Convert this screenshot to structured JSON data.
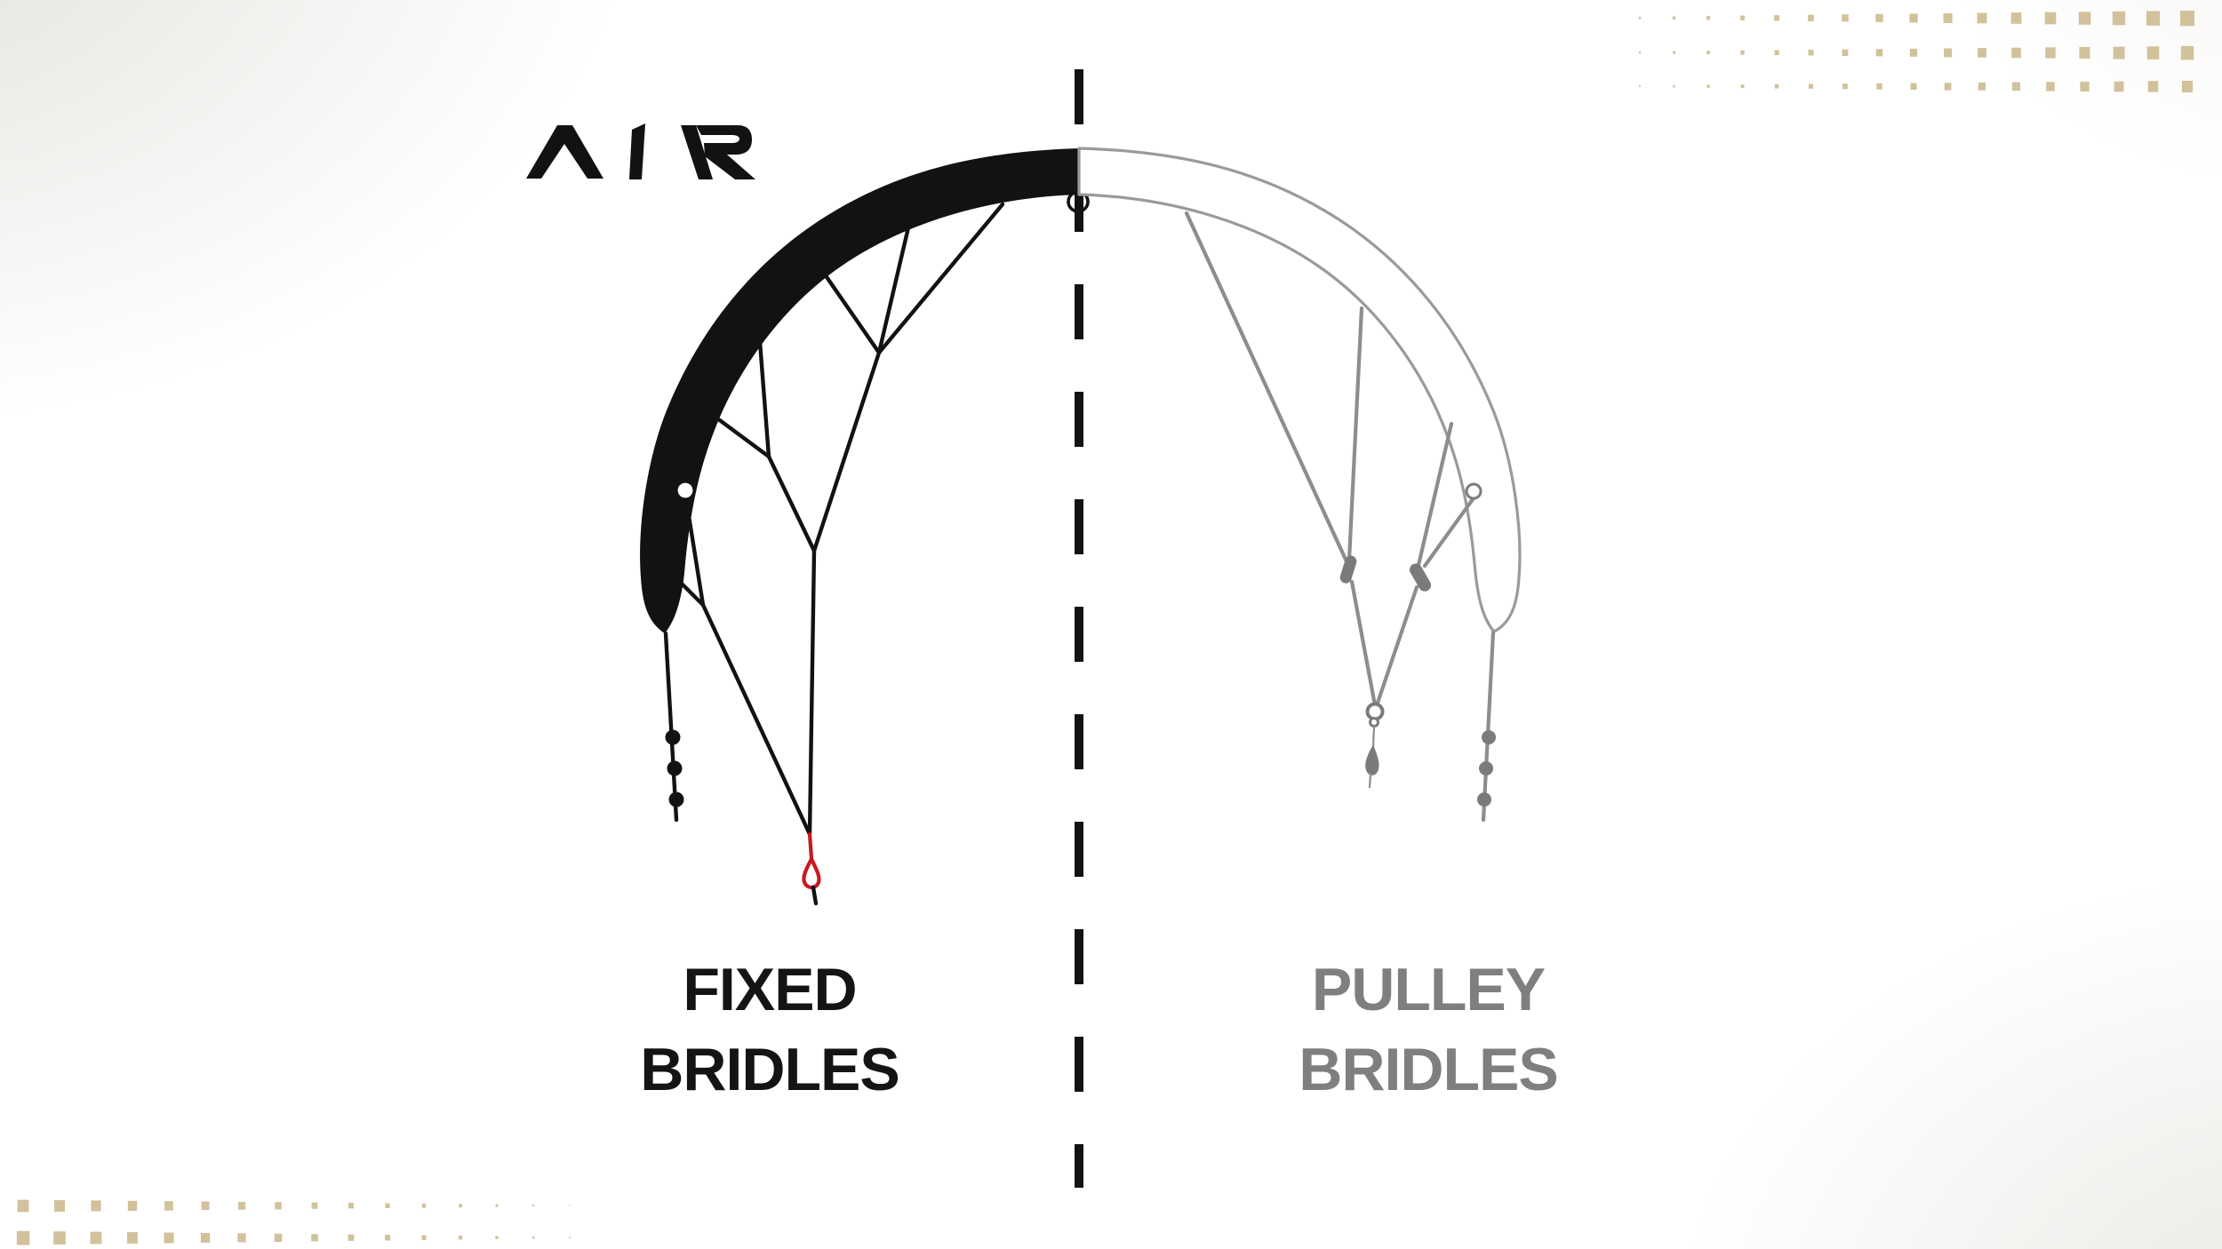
{
  "brand": {
    "logo_text": "AIR"
  },
  "headings": {
    "left": {
      "line1": "FIXED",
      "line2": "BRIDLES"
    },
    "right": {
      "line1": "PULLEY",
      "line2": "BRIDLES"
    }
  },
  "colors": {
    "left_diagram": "#121212",
    "right_diagram_line": "#8d8d8d",
    "right_diagram_part": "#7b7b7b",
    "right_band_outline": "#9a9a9a",
    "heading_left_text": "#141414",
    "heading_right_text": "#7f7f7f",
    "pigtail_red": "#c8191f",
    "dots_beige": "#d1c29b",
    "background": "#ffffff"
  },
  "decor": {
    "dots_top_right": {
      "rows": 3,
      "cols": 17
    },
    "dots_bottom_left": {
      "rows": 2,
      "cols": 16
    }
  }
}
